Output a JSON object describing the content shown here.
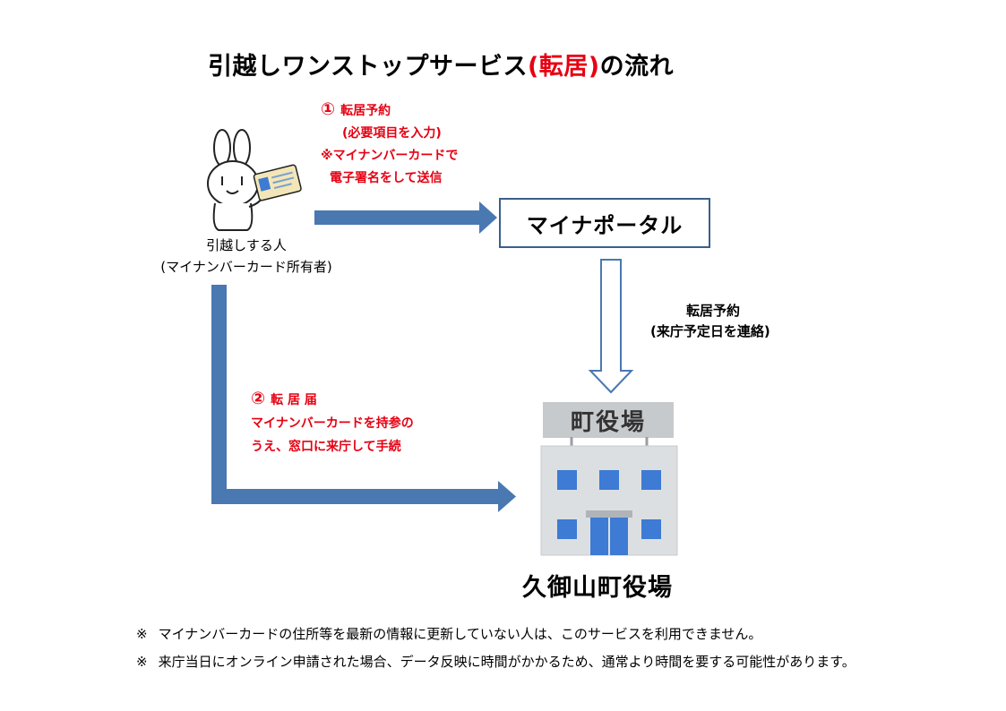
{
  "title": {
    "prefix": "引越しワンストップサービス",
    "highlight": "(転居)",
    "suffix": "の流れ"
  },
  "step1": {
    "number": "①",
    "line1": "転居予約",
    "line2": "(必要項目を入力)",
    "line3": "※マイナンバーカードで",
    "line4": "電子署名をして送信"
  },
  "portal": {
    "label": "マイナポータル"
  },
  "person": {
    "line1": "引越しする人",
    "line2": "(マイナンバーカード所有者)"
  },
  "portal_to_office": {
    "line1": "転居予約",
    "line2": "(来庁予定日を連絡)"
  },
  "step2": {
    "number": "②",
    "line1": "転 居 届",
    "line2": "マイナンバーカードを持参の",
    "line3": "うえ、窓口に来庁して手続"
  },
  "office": {
    "sign": "町役場",
    "name": "久御山町役場"
  },
  "notes": [
    {
      "mark": "※",
      "text": "マイナンバーカードの住所等を最新の情報に更新していない人は、このサービスを利用できません。"
    },
    {
      "mark": "※",
      "text": "来庁当日にオンライン申請された場合、データ反映に時間がかかるため、通常より時間を要する可能性があります。"
    }
  ],
  "colors": {
    "accent_red": "#e60012",
    "arrow_blue": "#4a78b0",
    "building_gray": "#dcdfe2",
    "window_blue": "#3d7bd4"
  },
  "icons": {
    "person": "rabbit-mascot-holding-card-icon",
    "office": "office-building-icon"
  }
}
